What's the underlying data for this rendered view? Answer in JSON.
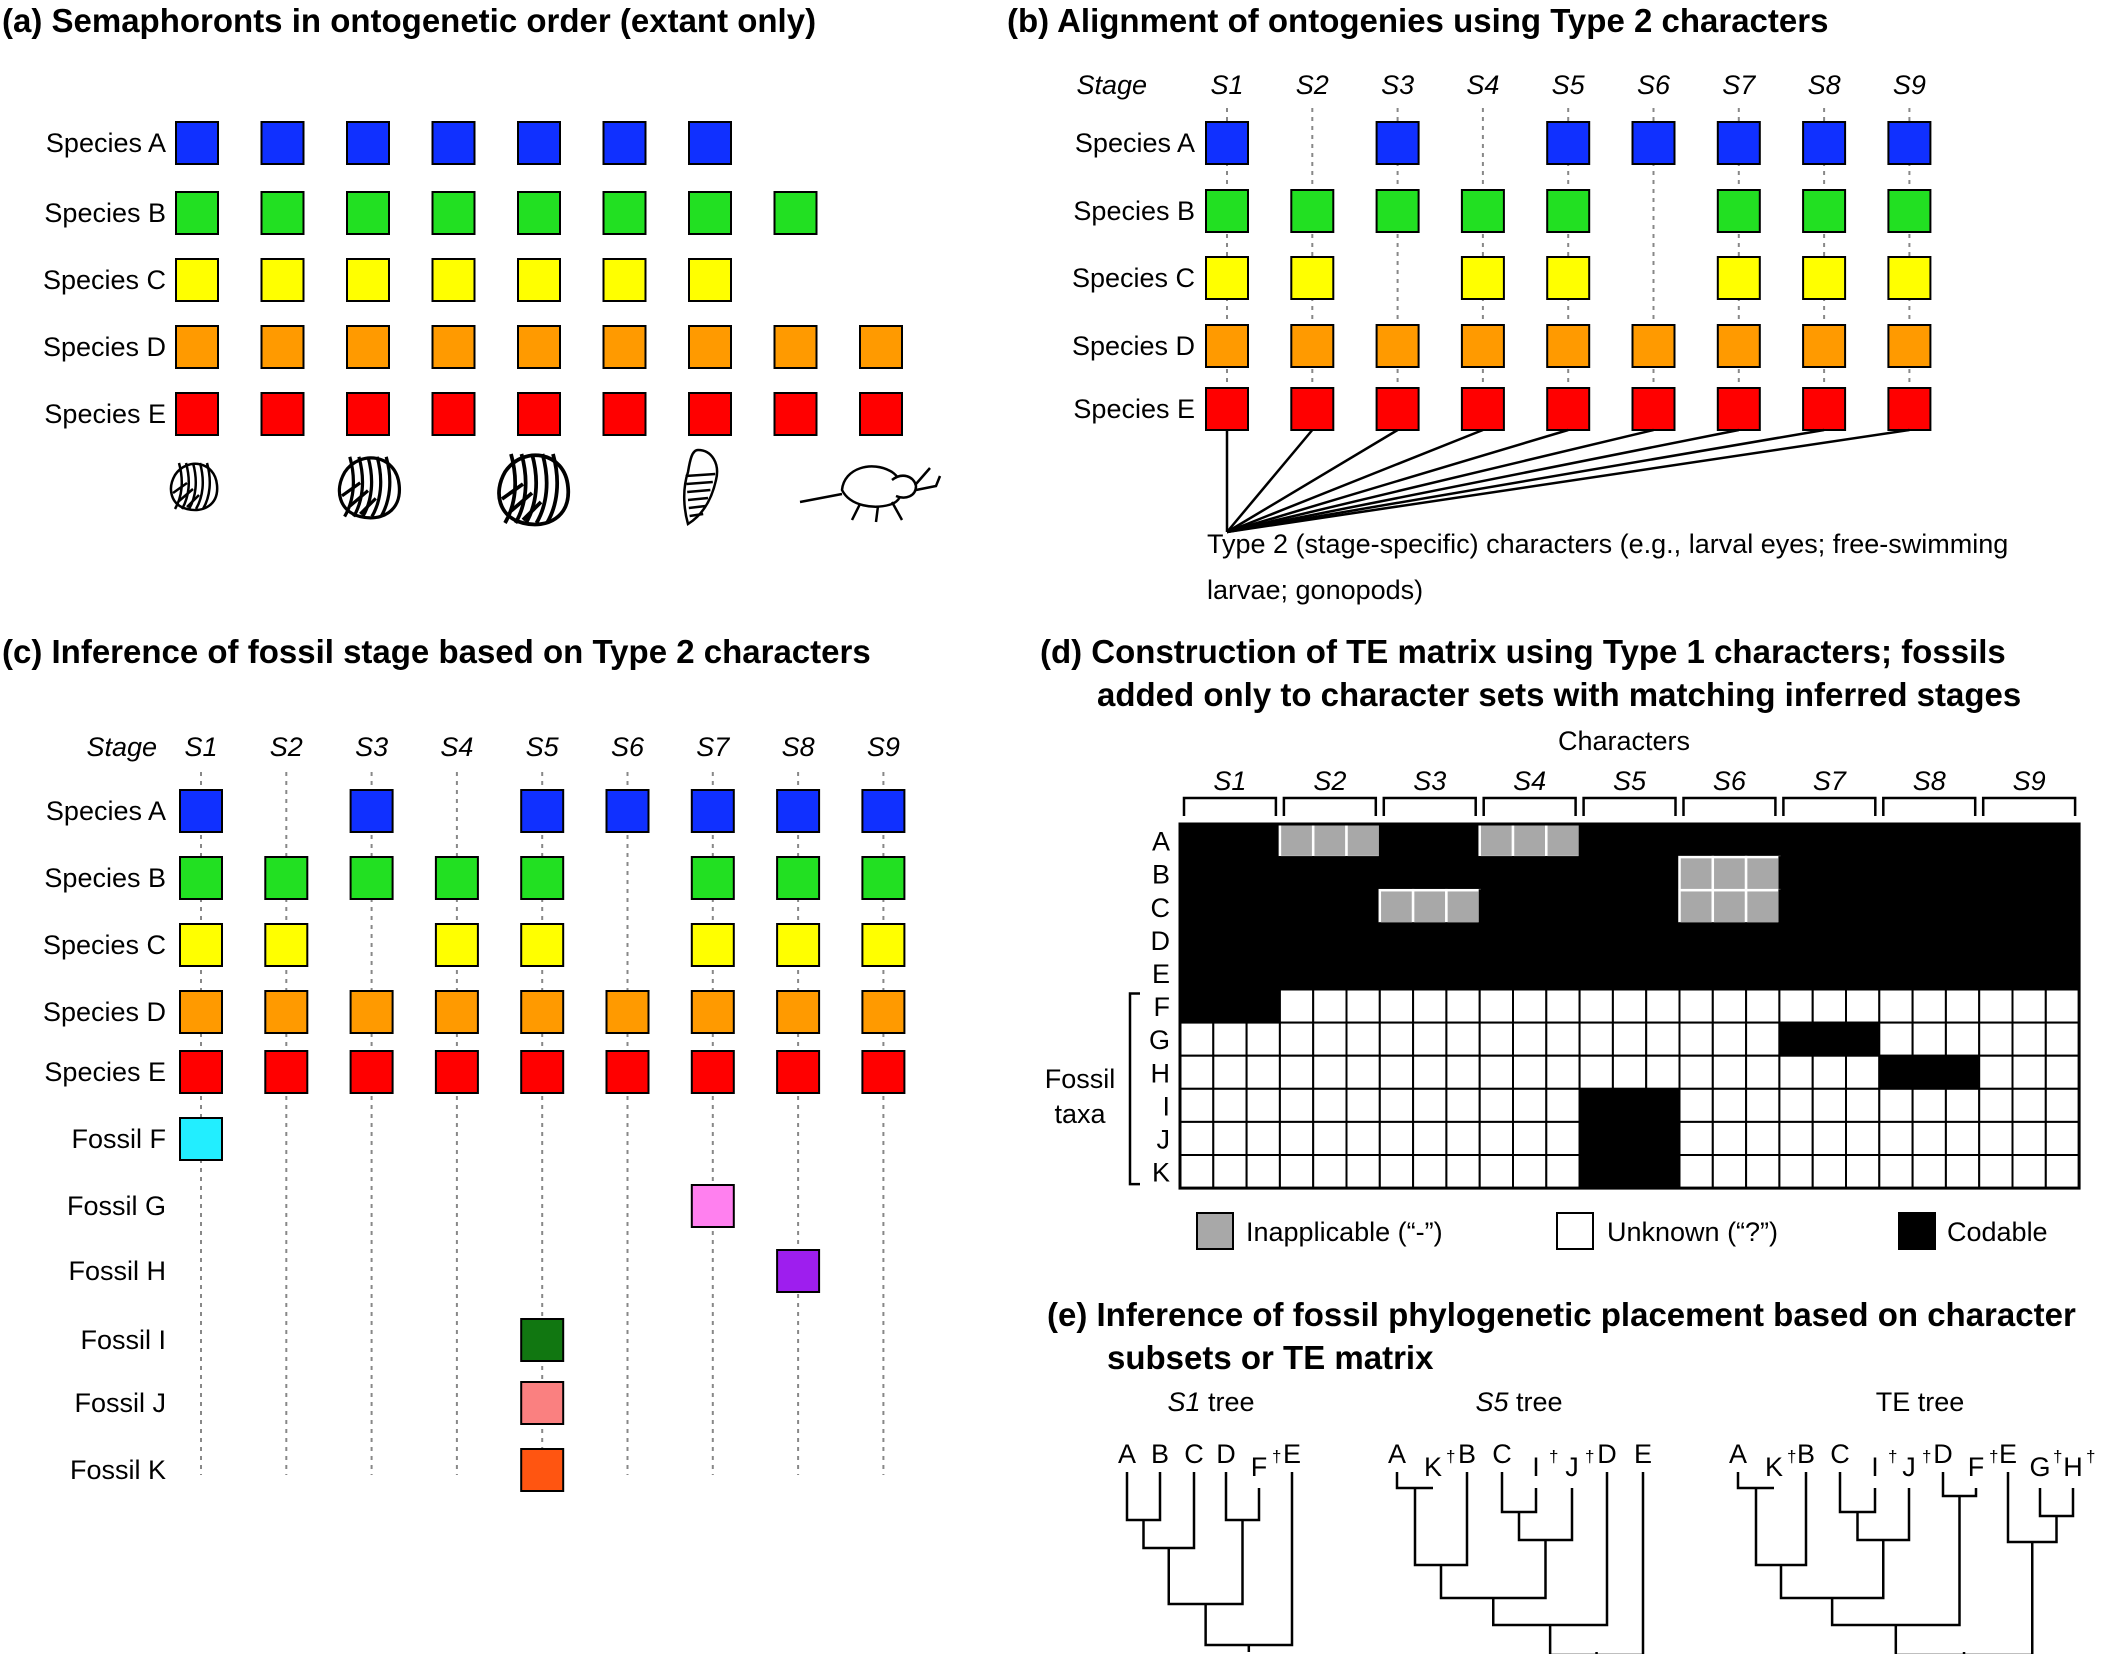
{
  "panels": {
    "a": {
      "title": "(a) Semaphoronts in ontogenetic order (extant only)",
      "species": [
        "Species A",
        "Species B",
        "Species C",
        "Species D",
        "Species E"
      ],
      "counts": [
        7,
        8,
        7,
        9,
        9
      ],
      "silhouettes": [
        "larva-instar-1-icon",
        "larva-instar-2-icon",
        "larva-instar-3-icon",
        "pupa-icon",
        "adult-beetle-icon"
      ]
    },
    "b": {
      "title": "(b) Alignment of ontogenies using Type 2 characters",
      "stage_header": "Stage",
      "stages": [
        "S1",
        "S2",
        "S3",
        "S4",
        "S5",
        "S6",
        "S7",
        "S8",
        "S9"
      ],
      "species": [
        "Species A",
        "Species B",
        "Species C",
        "Species D",
        "Species E"
      ],
      "presence": [
        [
          1,
          0,
          1,
          0,
          1,
          1,
          1,
          1,
          1
        ],
        [
          1,
          1,
          1,
          1,
          1,
          0,
          1,
          1,
          1
        ],
        [
          1,
          1,
          0,
          1,
          1,
          0,
          1,
          1,
          1
        ],
        [
          1,
          1,
          1,
          1,
          1,
          1,
          1,
          1,
          1
        ],
        [
          1,
          1,
          1,
          1,
          1,
          1,
          1,
          1,
          1
        ]
      ],
      "note": [
        "Type 2 (stage-specific) characters (e.g., larval eyes; free-swimming",
        "larvae; gonopods)"
      ]
    },
    "c": {
      "title": "(c) Inference of fossil stage based on Type 2 characters",
      "stage_header": "Stage",
      "stages": [
        "S1",
        "S2",
        "S3",
        "S4",
        "S5",
        "S6",
        "S7",
        "S8",
        "S9"
      ],
      "species": [
        "Species A",
        "Species B",
        "Species C",
        "Species D",
        "Species E"
      ],
      "fossils": [
        {
          "label": "Fossil F",
          "stage": 1,
          "color": "#22eeff"
        },
        {
          "label": "Fossil G",
          "stage": 7,
          "color": "#ff80ef"
        },
        {
          "label": "Fossil H",
          "stage": 8,
          "color": "#9e1eee"
        },
        {
          "label": "Fossil I",
          "stage": 5,
          "color": "#117711"
        },
        {
          "label": "Fossil J",
          "stage": 5,
          "color": "#fa8080"
        },
        {
          "label": "Fossil K",
          "stage": 5,
          "color": "#ff5511"
        }
      ]
    },
    "d": {
      "title_lines": [
        "(d) Construction of TE matrix using Type 1 characters; fossils",
        "added only to character sets with matching inferred stages"
      ],
      "characters_label": "Characters",
      "stage_groups": [
        "S1",
        "S2",
        "S3",
        "S4",
        "S5",
        "S6",
        "S7",
        "S8",
        "S9"
      ],
      "rows": [
        "A",
        "B",
        "C",
        "D",
        "E",
        "F",
        "G",
        "H",
        "I",
        "J",
        "K"
      ],
      "fossil_label": [
        "Fossil",
        "taxa"
      ],
      "inapplicable": [
        {
          "row": "A",
          "stage": "S2"
        },
        {
          "row": "A",
          "stage": "S4"
        },
        {
          "row": "B",
          "stage": "S6"
        },
        {
          "row": "C",
          "stage": "S3"
        },
        {
          "row": "C",
          "stage": "S6"
        }
      ],
      "codable_fossils": [
        {
          "row": "F",
          "stage": "S1"
        },
        {
          "row": "G",
          "stage": "S7"
        },
        {
          "row": "H",
          "stage": "S8"
        },
        {
          "row": "I",
          "stage": "S5"
        },
        {
          "row": "J",
          "stage": "S5"
        },
        {
          "row": "K",
          "stage": "S5"
        }
      ],
      "legend": {
        "inapplicable": "Inapplicable (“-”)",
        "unknown": "Unknown (“?”)",
        "codable": "Codable"
      }
    },
    "e": {
      "title_lines": [
        "(e) Inference of fossil phylogenetic placement based on character",
        "subsets or TE matrix"
      ],
      "trees": [
        {
          "title_italic": "S1",
          "title_rest": " tree",
          "leaves": [
            {
              "t": "A"
            },
            {
              "t": "B"
            },
            {
              "t": "C"
            },
            {
              "t": "D"
            },
            {
              "t": "F",
              "f": true
            },
            {
              "t": "E"
            }
          ]
        },
        {
          "title_italic": "S5",
          "title_rest": " tree",
          "leaves": [
            {
              "t": "A"
            },
            {
              "t": "K",
              "f": true
            },
            {
              "t": "B"
            },
            {
              "t": "C"
            },
            {
              "t": "I",
              "f": true
            },
            {
              "t": "J",
              "f": true
            },
            {
              "t": "D"
            },
            {
              "t": "E"
            }
          ]
        },
        {
          "title_italic": "",
          "title_rest": "TE tree",
          "leaves": [
            {
              "t": "A"
            },
            {
              "t": "K",
              "f": true
            },
            {
              "t": "B"
            },
            {
              "t": "C"
            },
            {
              "t": "I",
              "f": true
            },
            {
              "t": "J",
              "f": true
            },
            {
              "t": "D"
            },
            {
              "t": "F",
              "f": true
            },
            {
              "t": "E"
            },
            {
              "t": "G",
              "f": true
            },
            {
              "t": "H",
              "f": true
            }
          ]
        }
      ],
      "dagger": "†"
    }
  },
  "colors": {
    "species": [
      "#1030ff",
      "#22e022",
      "#ffff00",
      "#ff9a00",
      "#ff0000"
    ],
    "inapplicable": "#a8a8a8",
    "codable": "#000000",
    "unknown": "#ffffff",
    "guide": "#888888"
  }
}
